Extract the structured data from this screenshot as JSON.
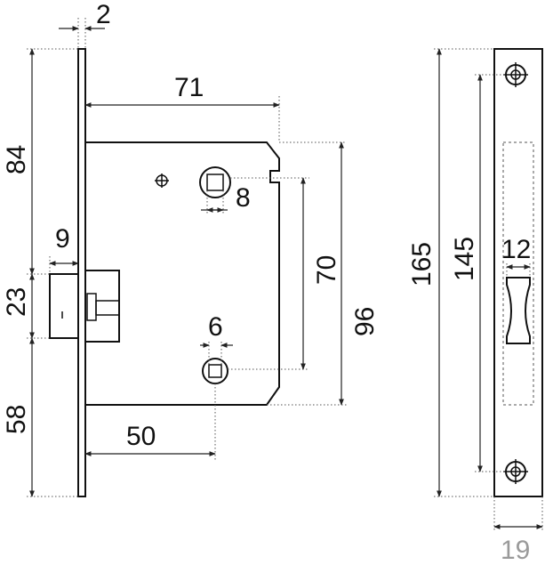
{
  "dimensions": {
    "faceplate_thickness": "2",
    "top_height": "84",
    "backset_width": "71",
    "follower_square": "8",
    "latch_projection": "9",
    "latch_height": "23",
    "bottom_height": "58",
    "hole_spacing": "70",
    "body_height": "96",
    "lower_square": "6",
    "backset_lower": "50",
    "faceplate_height": "165",
    "screw_spacing": "145",
    "latch_width": "12",
    "faceplate_width": "19"
  },
  "colors": {
    "line": "#111111",
    "gray_label": "#9a9a9a"
  }
}
